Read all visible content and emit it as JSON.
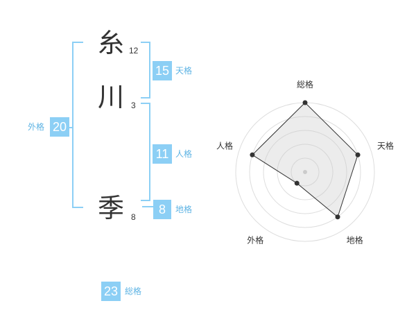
{
  "name": {
    "chars": [
      {
        "char": "糸",
        "strokes": "12"
      },
      {
        "char": "川",
        "strokes": "3"
      },
      {
        "char": "季",
        "strokes": "8"
      }
    ]
  },
  "scores": {
    "tenkaku": {
      "value": "15",
      "label": "天格"
    },
    "jinkaku": {
      "value": "11",
      "label": "人格"
    },
    "chikaku": {
      "value": "8",
      "label": "地格"
    },
    "gaikaku": {
      "value": "20",
      "label": "外格"
    },
    "soukaku": {
      "value": "23",
      "label": "総格"
    }
  },
  "colors": {
    "accent": "#8ccff5",
    "label": "#5fb4e4",
    "text": "#333333"
  },
  "chart_data": {
    "type": "radar",
    "axes": [
      "総格",
      "天格",
      "地格",
      "外格",
      "人格"
    ],
    "values": [
      5,
      4,
      4,
      1,
      4
    ],
    "max": 5,
    "rings": 5
  }
}
